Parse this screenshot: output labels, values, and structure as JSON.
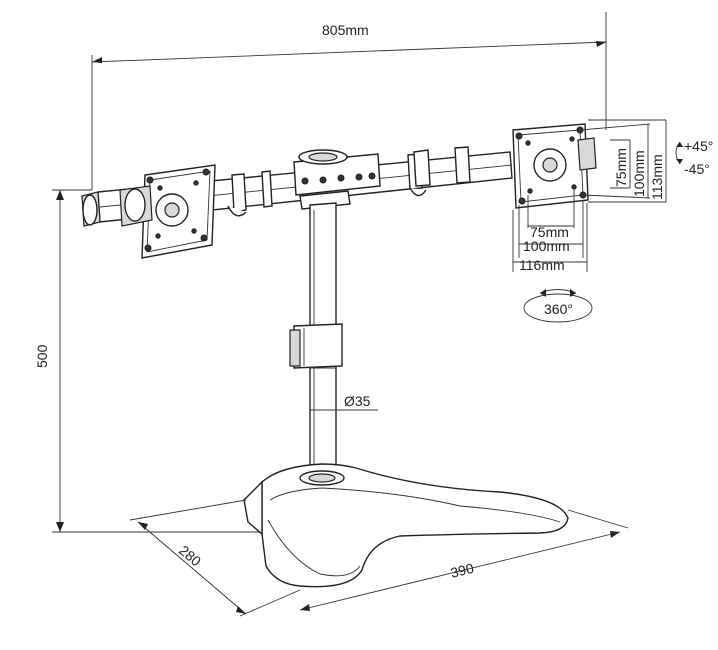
{
  "dimensions": {
    "total_width": "805mm",
    "height": "500",
    "pole_diameter": "Ø35",
    "base_depth": "280",
    "base_width": "390"
  },
  "vesa": {
    "w75": "75mm",
    "w100": "100mm",
    "w116": "116mm",
    "h75": "75mm",
    "h100": "100mm",
    "h113": "113mm"
  },
  "rotation": {
    "tilt_up": "+45°",
    "tilt_down": "-45°",
    "swivel": "360°"
  }
}
